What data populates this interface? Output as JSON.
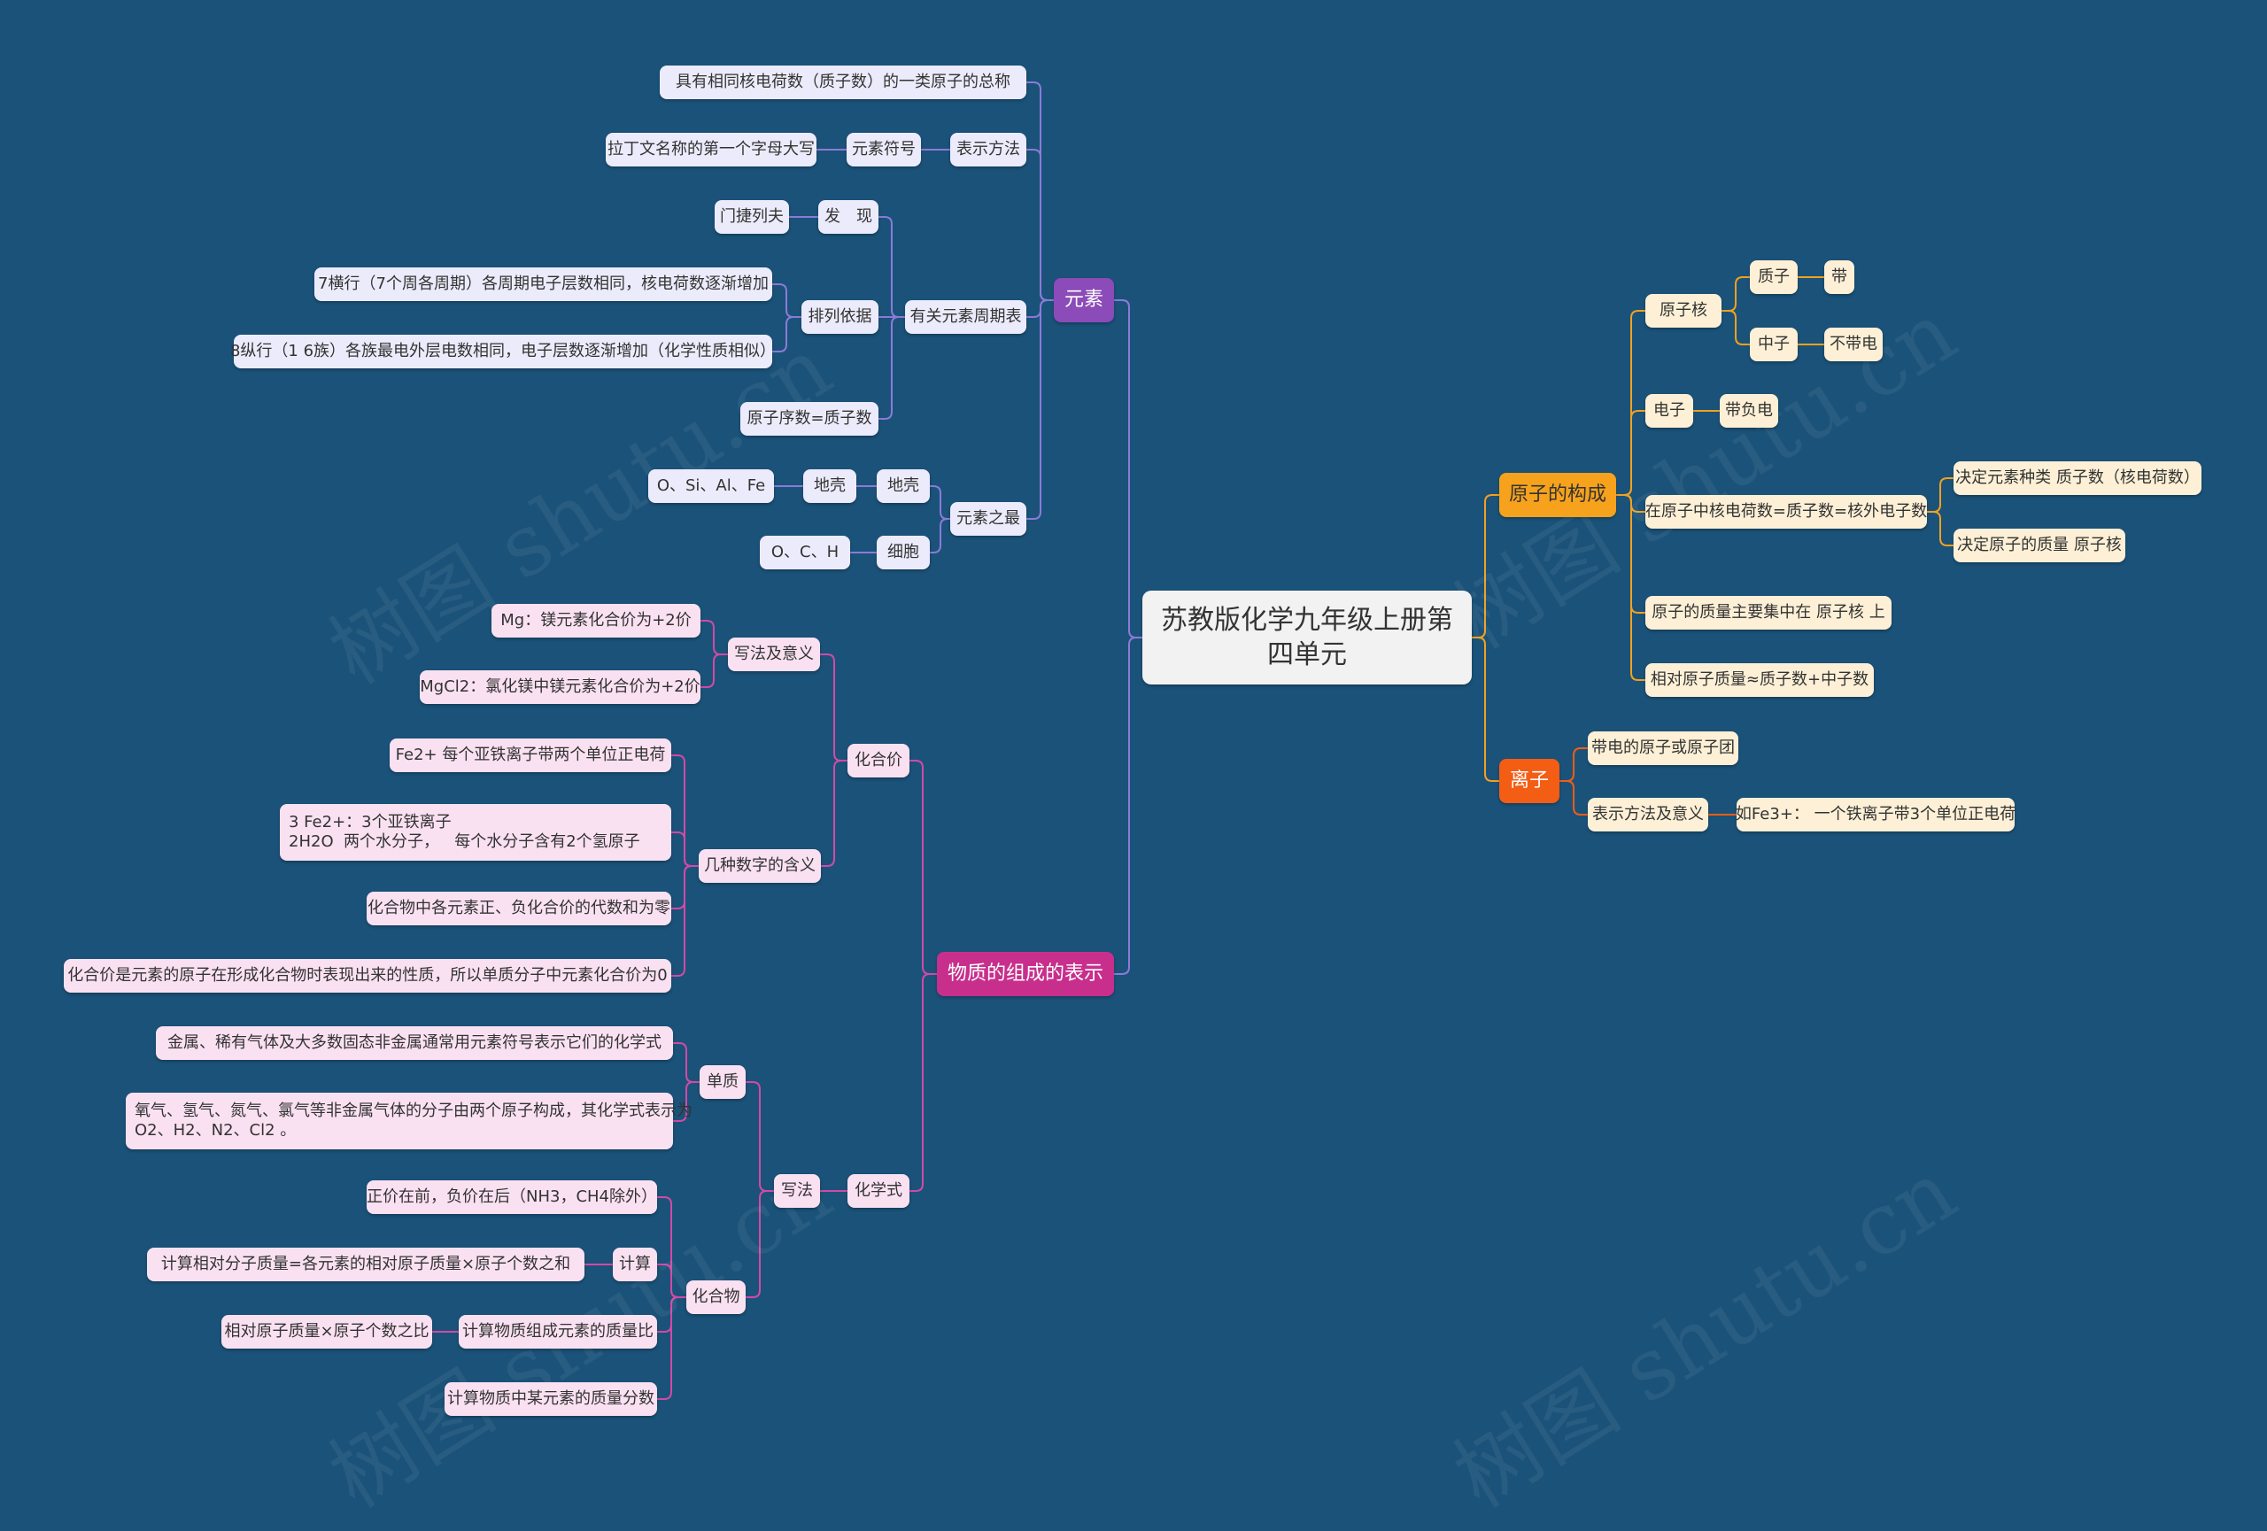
{
  "watermark": "树图 shutu.cn",
  "colors": {
    "background": "#1b5279",
    "branch_yuansu": "#8b4bb8",
    "branch_wuzhi": "#c82f8c",
    "branch_yuanzi": "#f7a21c",
    "branch_lizi": "#f45d14",
    "line_lavender": "#8b7bd8",
    "line_magenta": "#d24aa6",
    "line_orange": "#f2a120",
    "line_red": "#f45d14"
  },
  "root": {
    "label": "苏教版化学九年级上册第\n四单元"
  },
  "yuansu": {
    "label": "元素",
    "definition": "具有相同核电荷数（质子数）的一类原子的总称",
    "biaoshi": {
      "label": "表示方法",
      "symbol": "元素符号",
      "rule": "拉丁文名称的第一个字母大写"
    },
    "zhouqibiao": {
      "label": "有关元素周期表",
      "faxian": "发　现",
      "mendeleev": "门捷列夫",
      "pailie": "排列依据",
      "row_rule": "7横行（7个周各周期）各周期电子层数相同，核电荷数逐渐增加",
      "col_rule": "8纵行（1 6族）各族最电外层电数相同，电子层数逐渐增加（化学性质相似）",
      "atomic_number": "原子序数=质子数"
    },
    "zuizhi": {
      "label": "元素之最",
      "diqiao": "地壳",
      "diqiao_leaf": "地壳",
      "diqiao_elems": "O、Si、Al、Fe",
      "xibao": "细胞",
      "xibao_elems": "O、C、H"
    }
  },
  "wuzhi": {
    "label": "物质的组成的表示",
    "huahejia": {
      "label": "化合价",
      "xiefa": "写法及意义",
      "mg": "Mg：镁元素化合价为+2价",
      "mgcl2": "MgCl2：氯化镁中镁元素化合价为+2价",
      "shuzi": "几种数字的含义",
      "fe2": "Fe2+ 每个亚铁离子带两个单位正电荷",
      "fe2_multi": "3 Fe2+：3个亚铁离子\n2H2O  两个水分子，   每个水分子含有2个氢原子",
      "daishuhe": "化合物中各元素正、负化合价的代数和为零",
      "xingzhi": "化合价是元素的原子在形成化合物时表现出来的性质，所以单质分子中元素化合价为0"
    },
    "huaxueshi": {
      "label": "化学式",
      "xiefa": "写法",
      "danzhi": "单质",
      "danzhi_1": "金属、稀有气体及大多数固态非金属通常用元素符号表示它们的化学式",
      "danzhi_2": "氧气、氢气、氮气、氯气等非金属气体的分子由两个原子构成，其化学式表示为\nO2、H2、N2、Cl2 。",
      "huahewu": "化合物",
      "zhengqian": "正价在前，负价在后（NH3，CH4除外）",
      "jisuan": "计算",
      "xiangdui": "计算相对分子质量=各元素的相对原子质量×原子个数之和",
      "zhiliangbi": "计算物质组成元素的质量比",
      "zhiliangbi_leaf": "相对原子质量×原子个数之比",
      "fenshu": "计算物质中某元素的质量分数"
    }
  },
  "yuanzi": {
    "label": "原子的构成",
    "yuanzihe": "原子核",
    "zhizi": "质子",
    "dai": "带",
    "zhongzi": "中子",
    "budaidian": "不带电",
    "dianzi": "电子",
    "daifudian": "带负电",
    "dengshi": "在原子中核电荷数=质子数=核外电子数",
    "jueding1": "决定元素种类 质子数（核电荷数）",
    "jueding2": "决定原子的质量 原子核",
    "zhiliang": "原子的质量主要集中在 原子核 上",
    "xiangdui": "相对原子质量≈质子数+中子数"
  },
  "lizi": {
    "label": "离子",
    "dingyi": "带电的原子或原子团",
    "biaoshi": "表示方法及意义",
    "example": "如Fe3+：  一个铁离子带3个单位正电荷"
  }
}
